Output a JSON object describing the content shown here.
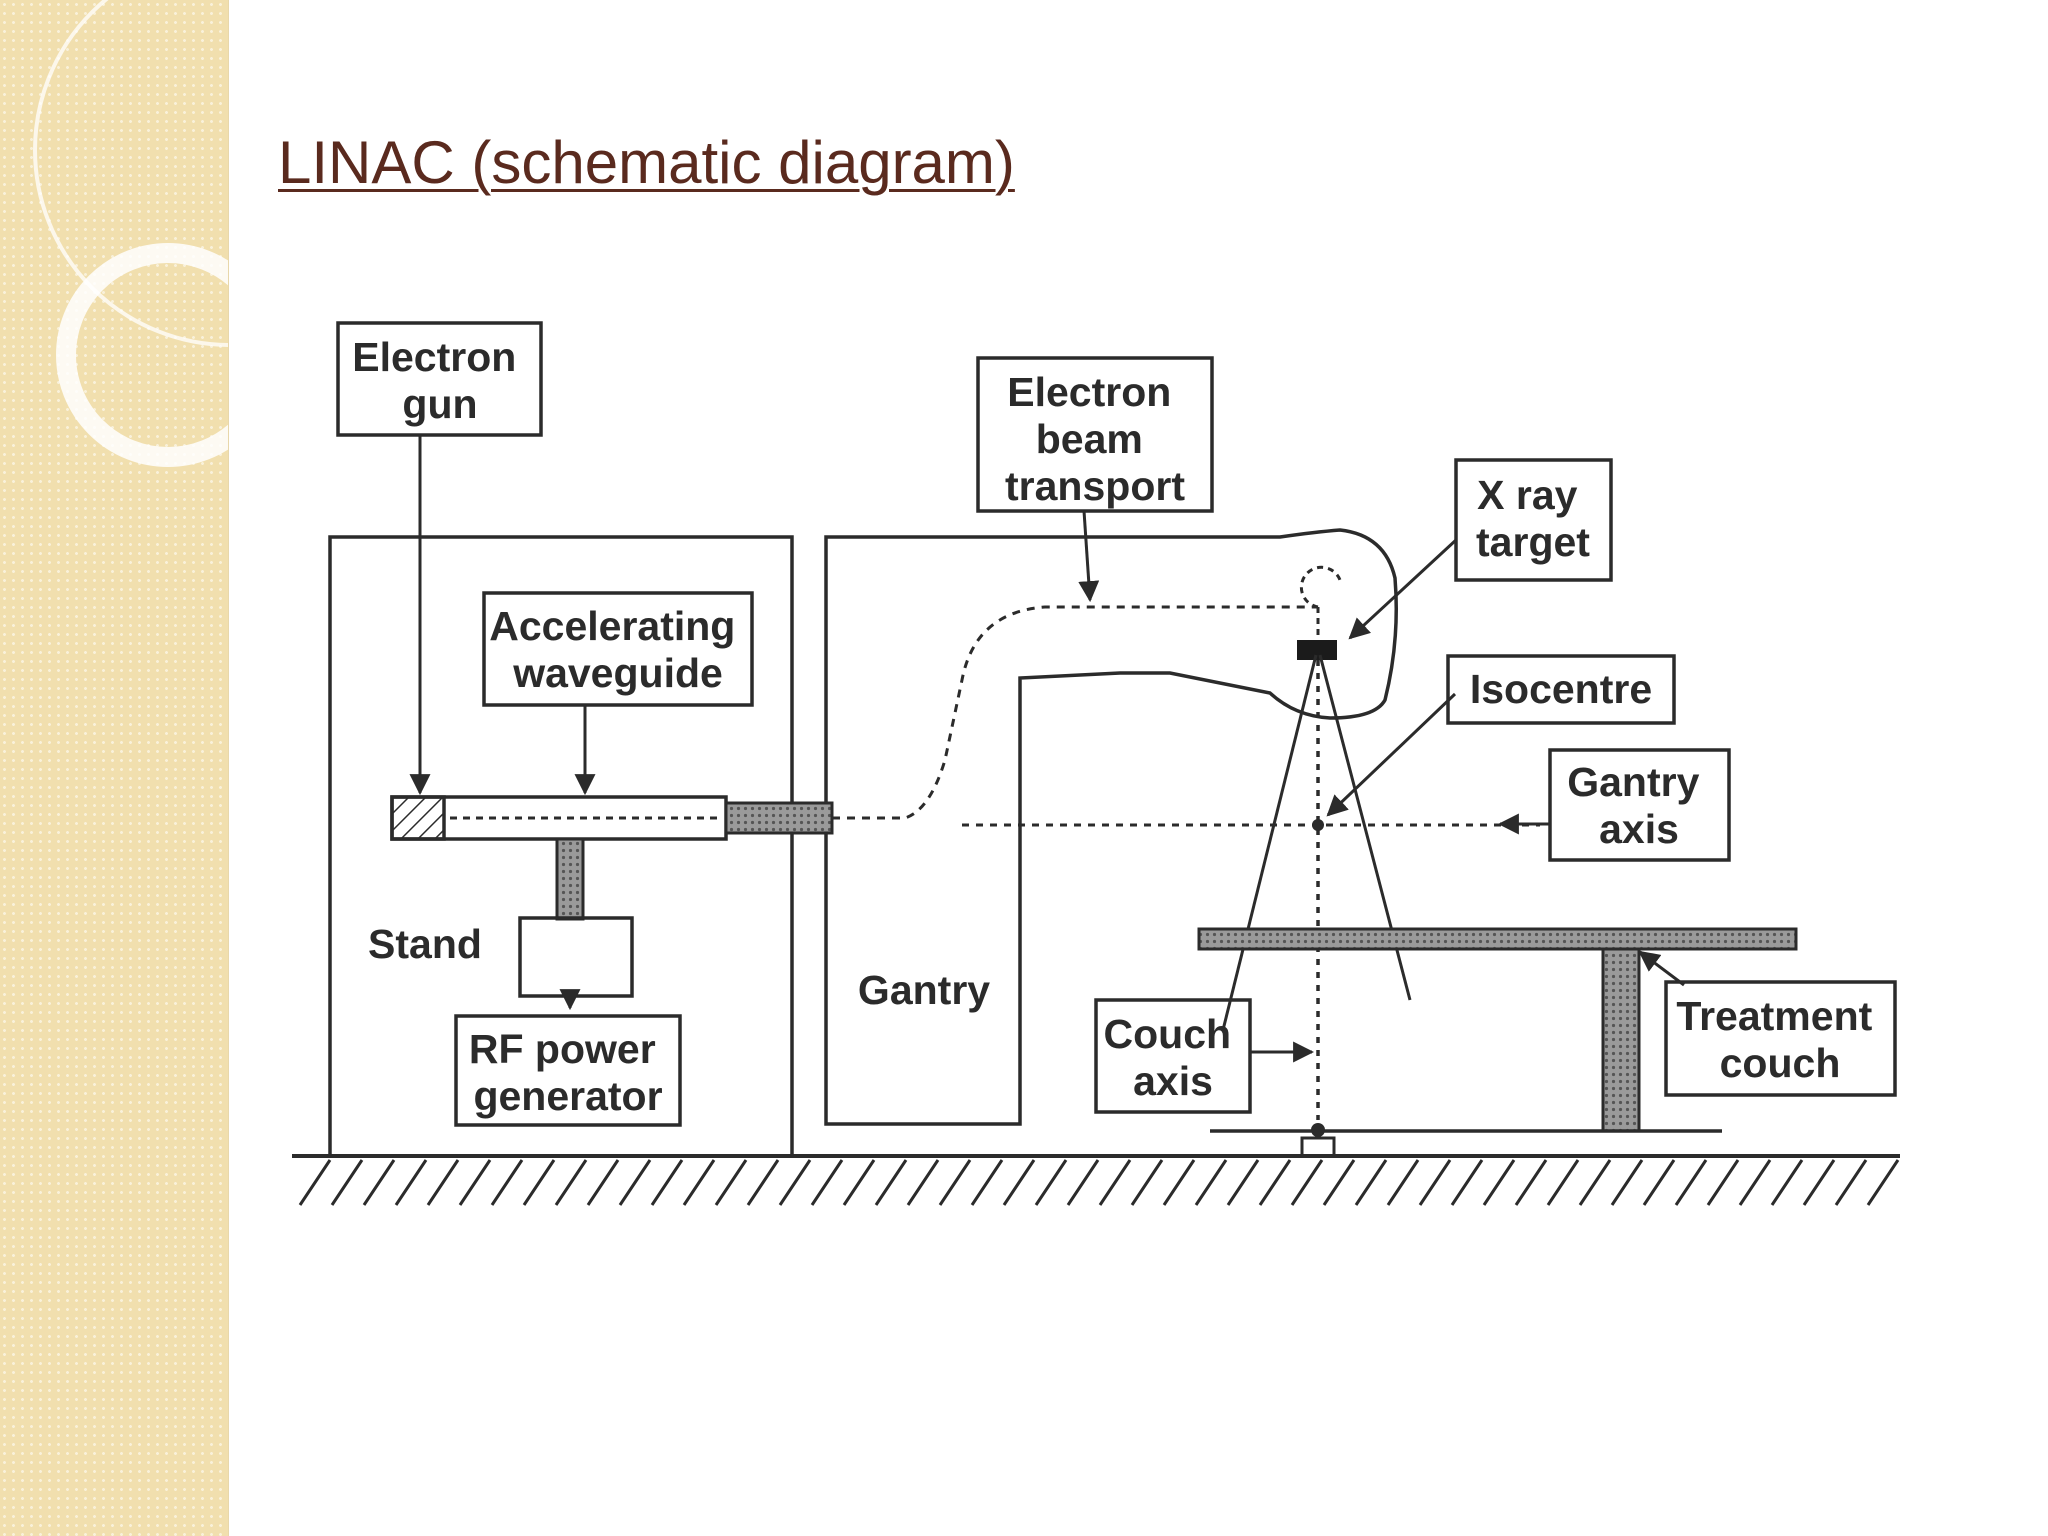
{
  "slide": {
    "title": "LINAC (schematic diagram)"
  },
  "diagram": {
    "labels": {
      "electron_gun": [
        "Electron",
        "gun"
      ],
      "electron_beam_transport": [
        "Electron",
        "beam",
        "transport"
      ],
      "xray_target": [
        "X ray",
        "target"
      ],
      "accelerating_waveguide": [
        "Accelerating",
        "waveguide"
      ],
      "isocentre": [
        "Isocentre"
      ],
      "gantry_axis": [
        "Gantry",
        "axis"
      ],
      "stand": "Stand",
      "gantry": "Gantry",
      "rf_power_generator": [
        "RF power",
        "generator"
      ],
      "couch_axis": [
        "Couch",
        "axis"
      ],
      "treatment_couch": [
        "Treatment",
        "couch"
      ]
    }
  },
  "colors": {
    "sidebar": "#f1dfae",
    "title": "#5a2a1e",
    "line": "#2b2b2b"
  }
}
